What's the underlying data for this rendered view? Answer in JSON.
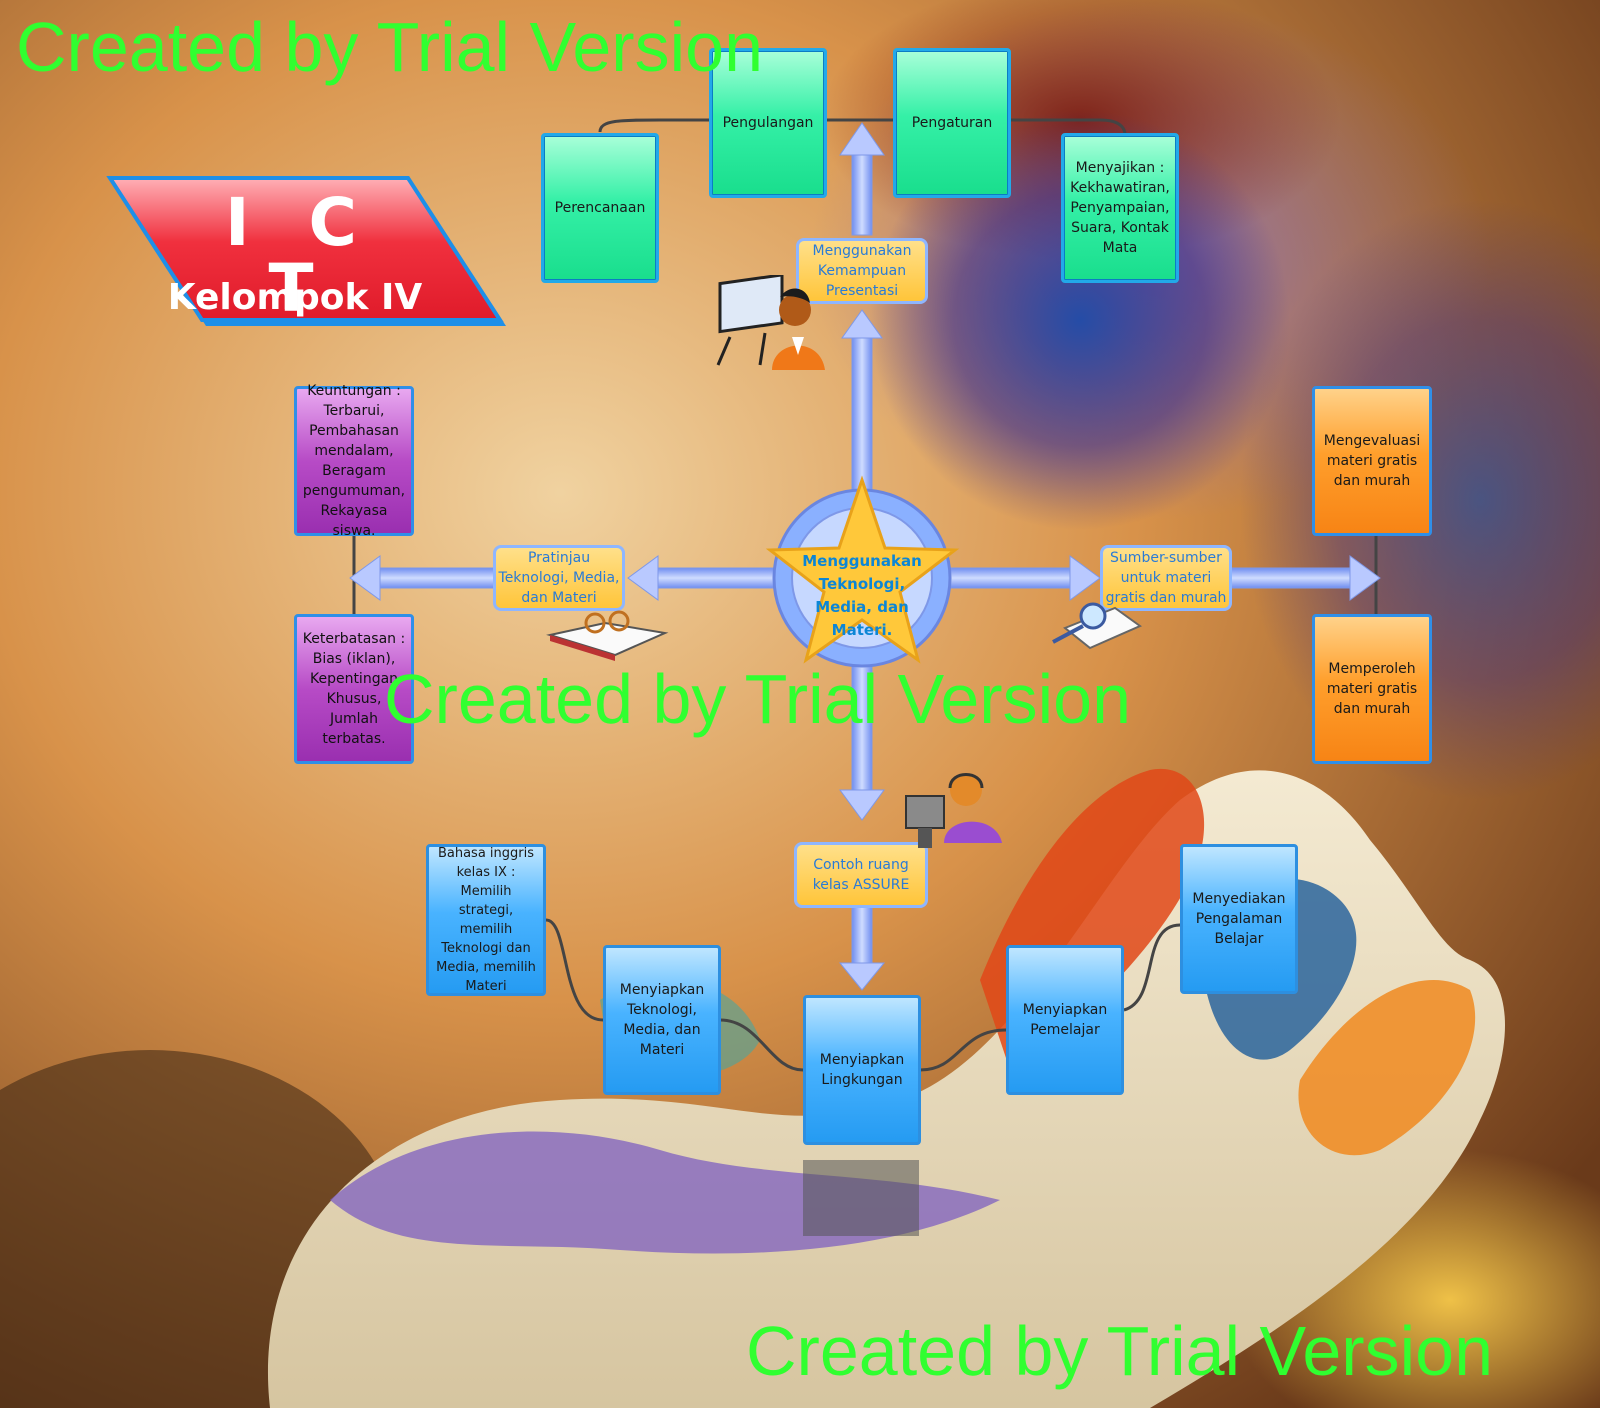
{
  "badge": {
    "title": "I C T",
    "subtitle": "Kelompok IV"
  },
  "center": {
    "text": "Menggunakan\nTeknologi,\nMedia, dan\nMateri."
  },
  "top": {
    "label": "Menggunakan\nKemampuan\nPresentasi",
    "nodes": [
      "Perencanaan",
      "Pengulangan",
      "Pengaturan",
      "Menyajikan :\nKekhawatiran,\nPenyampaian,\nSuara, Kontak\nMata"
    ]
  },
  "left": {
    "label": "Pratinjau\nTeknologi, Media,\ndan Materi",
    "nodes": [
      "Keuntungan :\nTerbarui,\nPembahasan\nmendalam,\nBeragam\npengumuman,\nRekayasa siswa.",
      "Keterbatasan :\nBias (iklan),\nKepentingan\nKhusus, Jumlah\nterbatas."
    ]
  },
  "right": {
    "label": "Sumber-sumber\nuntuk materi\ngratis dan murah",
    "nodes": [
      "Mengevaluasi\nmateri gratis\ndan murah",
      "Memperoleh\nmateri gratis\ndan murah"
    ]
  },
  "bottom": {
    "label": "Contoh ruang\nkelas ASSURE",
    "nodes": [
      "Bahasa inggris\nkelas IX :\nMemilih strategi,\nmemilih\nTeknologi dan\nMedia, memilih\nMateri",
      "Menyiapkan\nTeknologi,\nMedia, dan\nMateri",
      "Menyiapkan\nLingkungan",
      "Menyiapkan\nPemelajar",
      "Menyediakan\nPengalaman\nBelajar"
    ]
  },
  "watermark": "Created by Trial Version",
  "colors": {
    "green": "#2af0a3",
    "purple": "#b040c0",
    "orange": "#ff9a28",
    "blue": "#3aaaf8",
    "watermark": "#30ff30",
    "badge": "#f0303e"
  }
}
